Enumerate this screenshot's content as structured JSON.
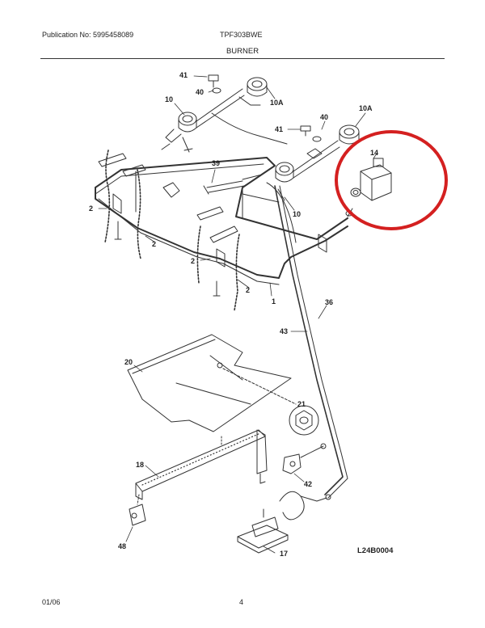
{
  "header": {
    "publication_no": "Publication No: 5995458089",
    "model": "TPF303BWE",
    "section": "BURNER"
  },
  "footer": {
    "date": "01/06",
    "page": "4"
  },
  "diagram_code": "L24B0004",
  "callouts": {
    "c41a": "41",
    "c40a": "40",
    "c10a": "10",
    "c10Aa": "10A",
    "c40b": "40",
    "c41b": "41",
    "c10Ab": "10A",
    "c14": "14",
    "c39": "39",
    "c2a": "2",
    "c2b": "2",
    "c2c": "2",
    "c2d": "2",
    "c10b": "10",
    "c1": "1",
    "c36": "36",
    "c43": "43",
    "c20": "20",
    "c21": "21",
    "c18": "18",
    "c42": "42",
    "c48": "48",
    "c17": "17"
  },
  "highlight_color": "#d42020"
}
